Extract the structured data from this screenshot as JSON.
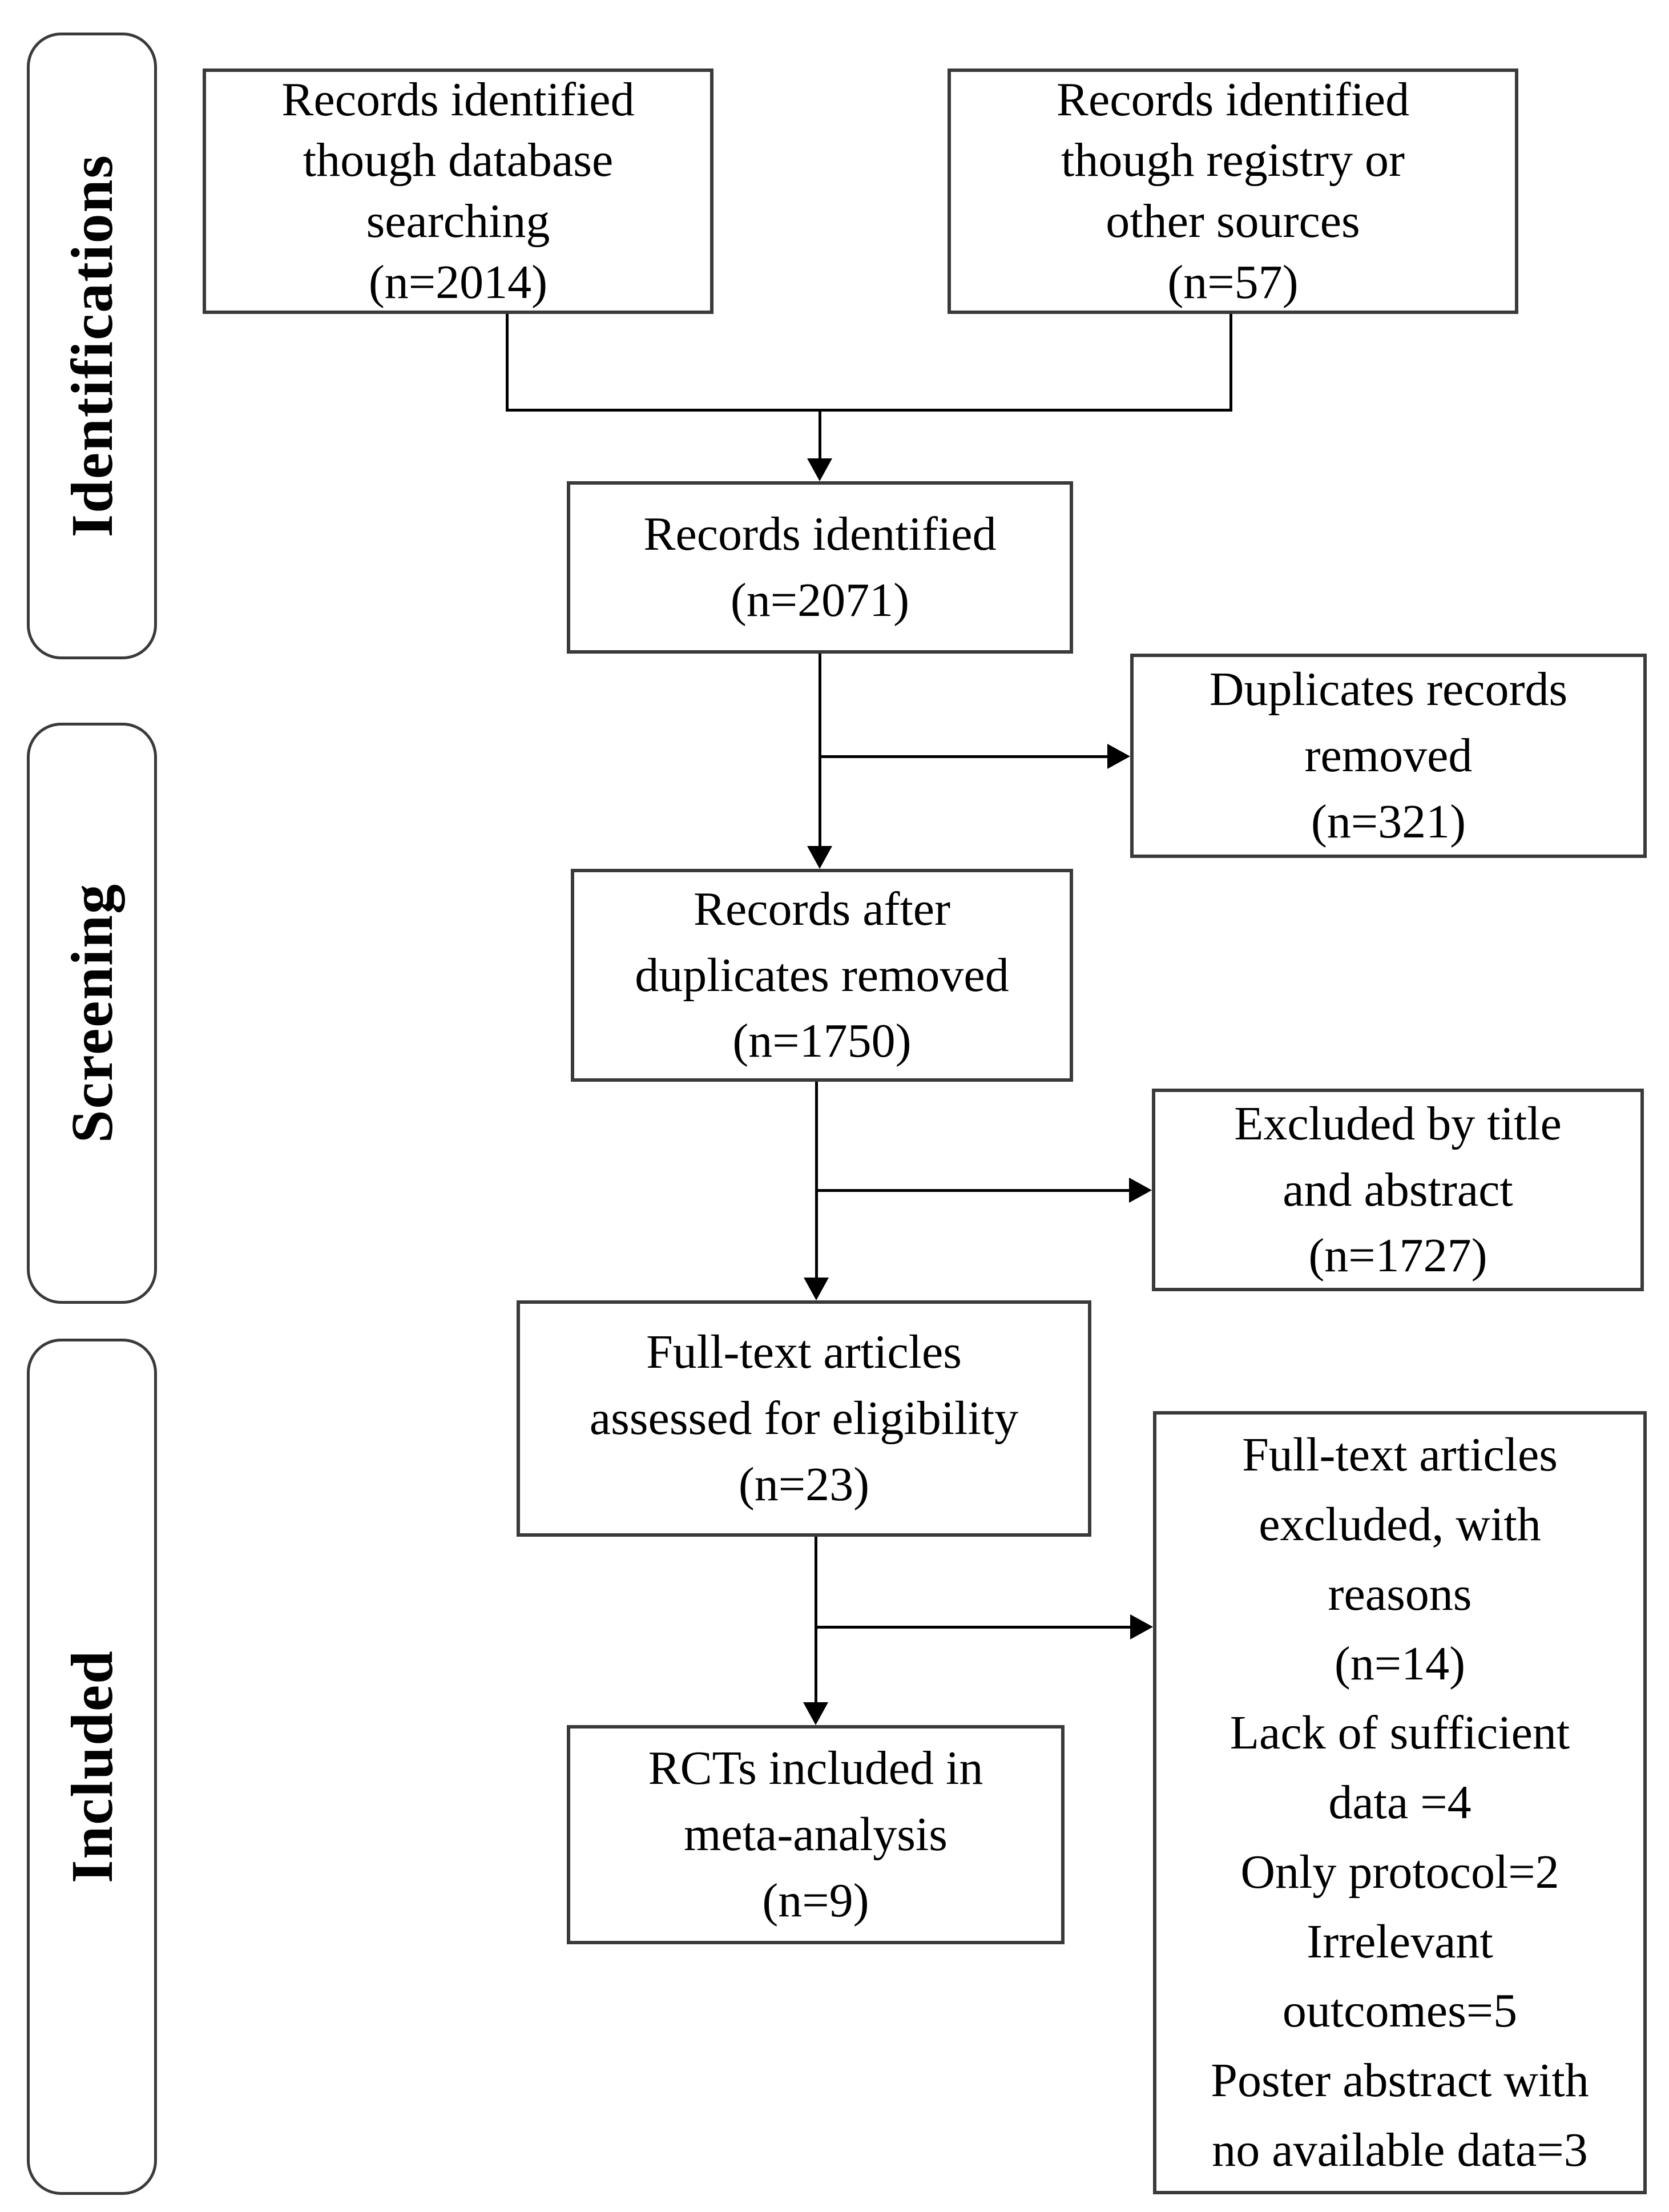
{
  "sidebar": {
    "stages": [
      {
        "id": "identifications",
        "label": "Identifications"
      },
      {
        "id": "screening",
        "label": "Screening"
      },
      {
        "id": "included",
        "label": "Included"
      }
    ]
  },
  "boxes": {
    "database_search": {
      "lines": [
        "Records identified",
        "though database",
        "searching",
        "(n=2014)"
      ]
    },
    "registry_sources": {
      "lines": [
        "Records identified",
        "though registry or",
        "other sources",
        "(n=57)"
      ]
    },
    "records_identified": {
      "lines": [
        "Records identified",
        "(n=2071)"
      ]
    },
    "duplicates_removed": {
      "lines": [
        "Duplicates records",
        "removed",
        "(n=321)"
      ]
    },
    "records_after_duplicates": {
      "lines": [
        "Records after",
        "duplicates removed",
        "(n=1750)"
      ]
    },
    "excluded_title_abstract": {
      "lines": [
        "Excluded by title",
        "and abstract",
        "(n=1727)"
      ]
    },
    "fulltext_assessed": {
      "lines": [
        "Full-text articles",
        "assessed for eligibility",
        "(n=23)"
      ]
    },
    "fulltext_excluded": {
      "lines": [
        "Full-text articles",
        "excluded, with",
        "reasons",
        "(n=14)",
        "Lack of sufficient",
        "data =4",
        "Only protocol=2",
        "Irrelevant",
        "outcomes=5",
        "Poster abstract with",
        "no available data=3"
      ]
    },
    "rcts_included": {
      "lines": [
        "RCTs included in",
        "meta-analysis",
        "(n=9)"
      ]
    }
  },
  "colors": {
    "box_border": "#3a3a3a",
    "connector": "#000000",
    "background": "#ffffff",
    "text": "#000000"
  }
}
